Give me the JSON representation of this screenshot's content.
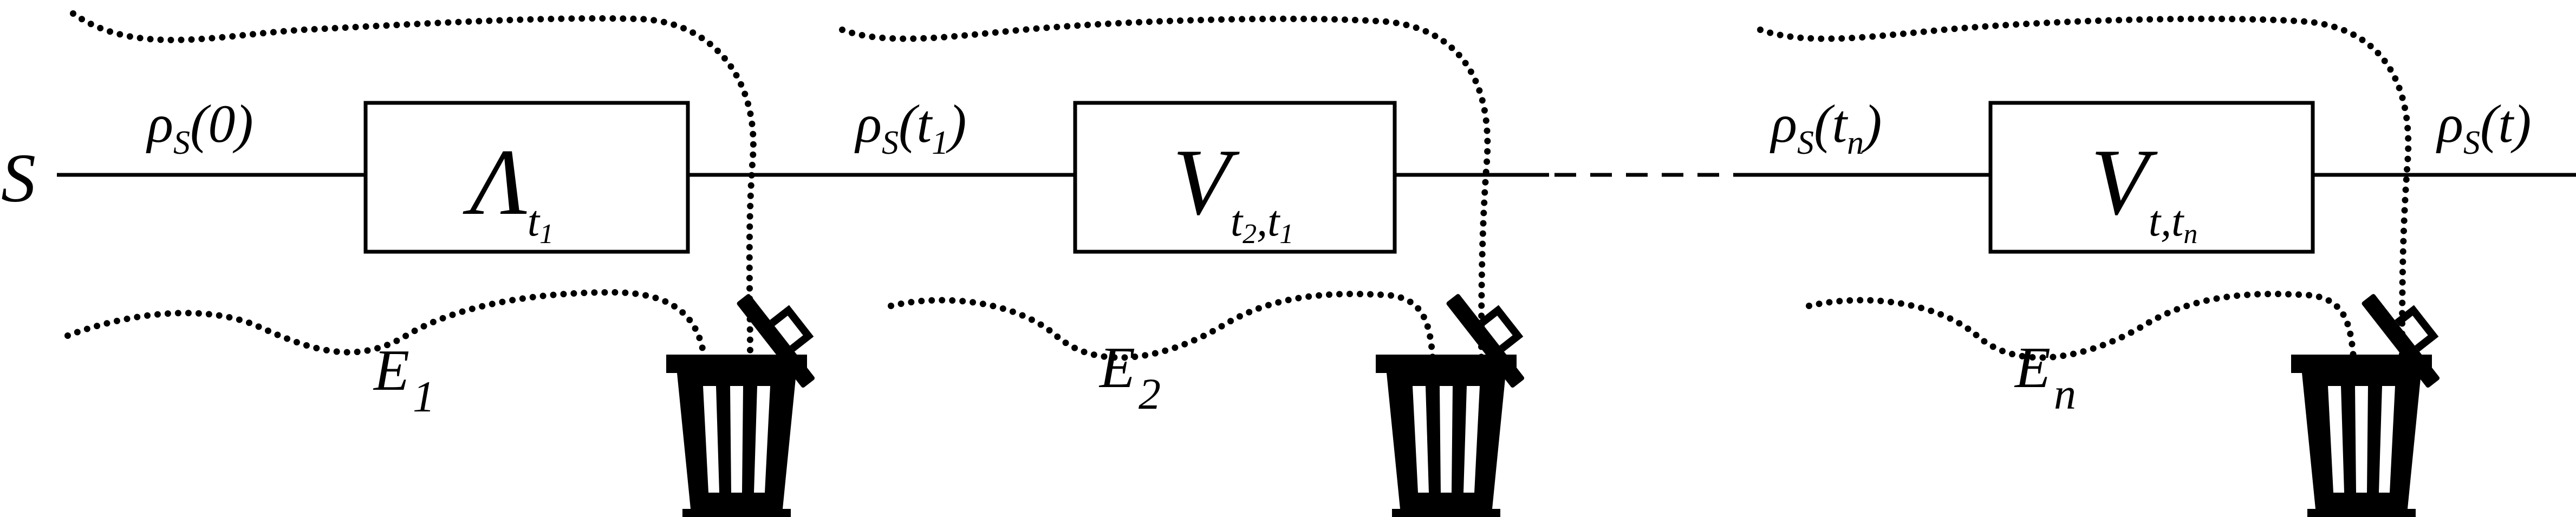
{
  "system": {
    "label": "S"
  },
  "states": [
    {
      "base": "ρ",
      "sub": "S",
      "arg": "0",
      "argSub": ""
    },
    {
      "base": "ρ",
      "sub": "S",
      "arg": "t",
      "argSub": "1"
    },
    {
      "base": "ρ",
      "sub": "S",
      "arg": "t",
      "argSub": "n"
    },
    {
      "base": "ρ",
      "sub": "S",
      "arg": "t",
      "argSub": ""
    }
  ],
  "maps": [
    {
      "symbol": "Λ",
      "sub1": "t",
      "sub1sub": "1",
      "sep": "",
      "sub2": "",
      "sub2sub": ""
    },
    {
      "symbol": "V",
      "sub1": "t",
      "sub1sub": "2",
      "sep": ",",
      "sub2": "t",
      "sub2sub": "1"
    },
    {
      "symbol": "V",
      "sub1": "t",
      "sub1sub": "",
      "sep": ",",
      "sub2": "t",
      "sub2sub": "n"
    }
  ],
  "environments": [
    {
      "letter": "E",
      "sub": "1"
    },
    {
      "letter": "E",
      "sub": "2"
    },
    {
      "letter": "E",
      "sub": "n"
    }
  ],
  "icons": [
    "trash-can-icon",
    "trash-can-icon",
    "trash-can-icon"
  ]
}
